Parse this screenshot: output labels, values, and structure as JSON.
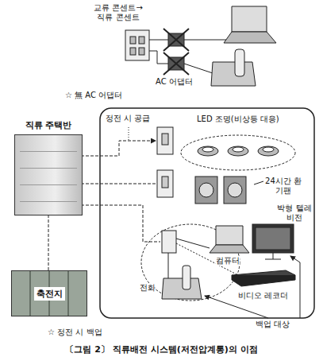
{
  "diagram": {
    "caption": "〔그림 2〕 직류배전 시스템(저전압계통)의 이점",
    "nodes": [
      {
        "text": [
          "직류 주택반"
        ]
      },
      {
        "text": [
          "축전지"
        ]
      }
    ],
    "edges": [
      {
        "from": 1,
        "to": 0,
        "arrow": "none"
      }
    ],
    "labels": [
      "교류 콘센트→ 직류 콘센트",
      "AC 어댑터",
      "☆ 無 AC 어댑터",
      "정전 시 공급",
      "LED 조명(비상등 대응)",
      "24시간 환기팬",
      "박형 텔레비전",
      "컴퓨터",
      "전화",
      "비디오 레코더",
      "백업 대상",
      "☆ 정전 시 백업"
    ]
  }
}
